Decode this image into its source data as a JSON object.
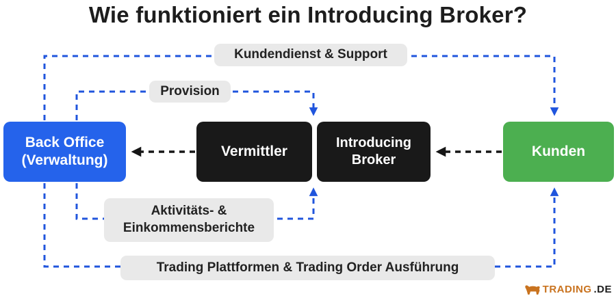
{
  "title": "Wie funktioniert ein Introducing Broker?",
  "pills": {
    "kundendienst": "Kundendienst & Support",
    "provision": "Provision",
    "berichte": "Aktivitäts- & Einkommensberichte",
    "trading": "Trading Plattformen & Trading Order Ausführung"
  },
  "nodes": {
    "back_office": "Back Office (Verwaltung)",
    "vermittler": "Vermittler",
    "introducing_broker": "Introducing Broker",
    "kunden": "Kunden"
  },
  "logo": {
    "brand": "TRADING",
    "tld": ".DE"
  },
  "colors": {
    "back_office_box": "#2563eb",
    "broker_box": "#191919",
    "kunden_box": "#4caf50",
    "pill_background": "#e9e9e9",
    "arrow_blue": "#2055dd",
    "arrow_black": "#161616",
    "logo_orange": "#c9731f",
    "title_text": "#1d1d1d"
  }
}
